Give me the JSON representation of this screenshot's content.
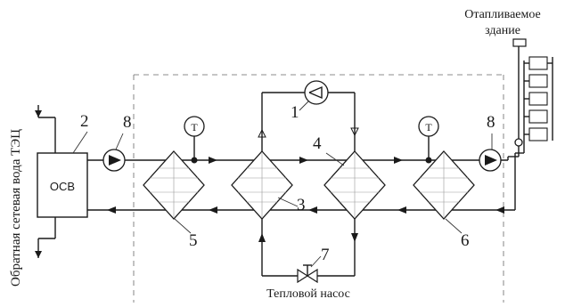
{
  "labels": {
    "building": [
      "Отапливаемое",
      "здание"
    ],
    "heat_pump": "Тепловой насос",
    "ocb": "ОСВ",
    "side_text": "Обратная сетевая вода ТЭЦ",
    "thermo": "T",
    "numbers": {
      "n1": "1",
      "n2": "2",
      "n3": "3",
      "n4": "4",
      "n5": "5",
      "n6": "6",
      "n7": "7",
      "n8_left": "8",
      "n8_right": "8"
    }
  }
}
